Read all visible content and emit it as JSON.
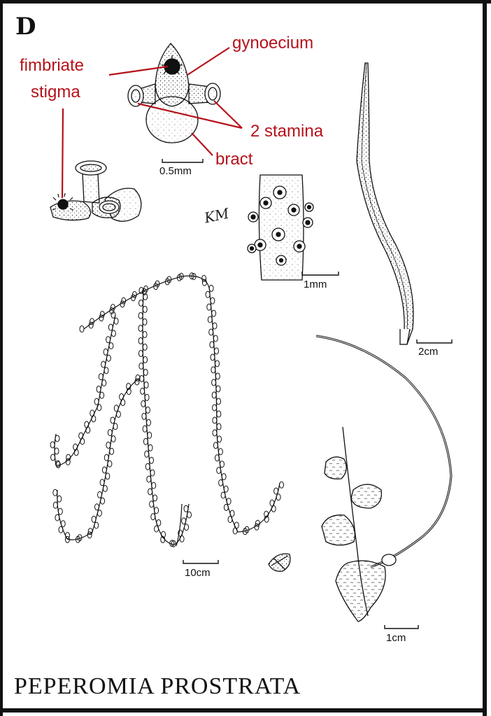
{
  "panel_letter": "D",
  "title": "PEPEROMIA PROSTRATA",
  "signature": "KM",
  "labels": {
    "fimbriate_line1": "fimbriate",
    "fimbriate_line2": "stigma",
    "gynoecium": "gynoecium",
    "stamina": "2 stamina",
    "bract": "bract"
  },
  "scale_bars": {
    "flower": "0.5mm",
    "rachis": "1mm",
    "spike": "2cm",
    "habit": "10cm",
    "leaves": "1cm"
  },
  "colors": {
    "label": "#b5121b",
    "ink": "#111111"
  }
}
